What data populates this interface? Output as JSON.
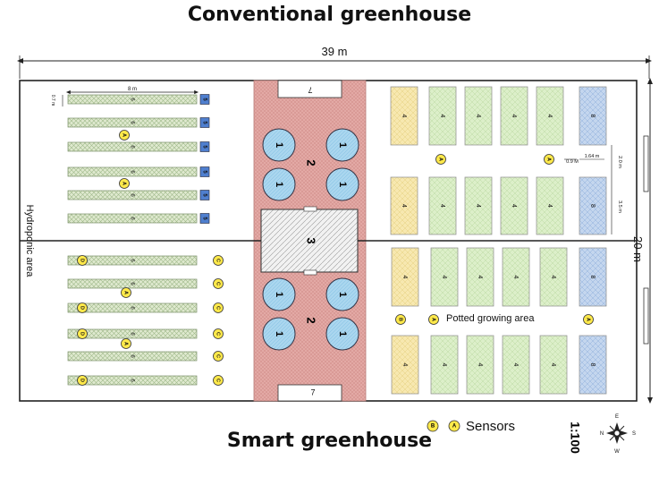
{
  "titles": {
    "top": "Conventional greenhouse",
    "bottom": "Smart greenhouse"
  },
  "dimensions": {
    "width": "39 m",
    "height": "20 m",
    "bed_length": "8 m",
    "bed_width": "0.7 m",
    "pot_gap": "0.9 M",
    "pot_width": "1.64 m",
    "row_gap": "2.0 m",
    "pot_length": "3.5 m"
  },
  "labels": {
    "hydroponic_area": "Hydroponic area",
    "potted_area": "Potted growing area",
    "sensors": "Sensors",
    "scale": "1:100",
    "sensor_a": "A",
    "sensor_b": "B",
    "sensor_c": "C",
    "sensor_d": "D"
  },
  "numbers": {
    "tank": "1",
    "walkway": "2",
    "central_block": "3",
    "pot": "4",
    "hydro_box": "5",
    "bed": "6",
    "door": "7",
    "blue_pot": "8"
  },
  "compass": {
    "n": "N",
    "s": "S",
    "e": "E",
    "w": "W"
  },
  "colors": {
    "walkway": "#e0a3a0",
    "tank": "#a9d5ef",
    "bed": "#d9e6c8",
    "pot_yellow": "#f7e8b0",
    "pot_green": "#dcefc9",
    "pot_blue": "#b9cfea",
    "box_blue": "#4f7fcf",
    "sensor": "#ffe94a"
  }
}
